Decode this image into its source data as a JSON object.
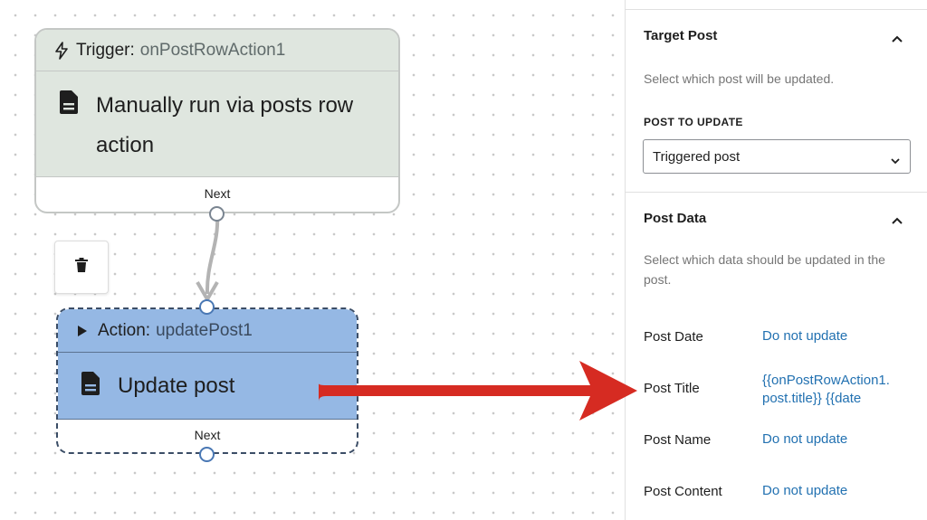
{
  "trigger": {
    "keyword": "Trigger:",
    "id": "onPostRowAction1",
    "body": "Manually run via posts row action",
    "next_label": "Next"
  },
  "action": {
    "keyword": "Action:",
    "id": "updatePost1",
    "body": "Update post",
    "next_label": "Next"
  },
  "canvas_toolbar": {
    "delete_icon": "trash-icon"
  },
  "panel": {
    "target_post": {
      "title": "Target Post",
      "description": "Select which post will be updated.",
      "field_label": "POST TO UPDATE",
      "select_value": "Triggered post"
    },
    "post_data": {
      "title": "Post Data",
      "description": "Select which data should be updated in the post.",
      "rows": [
        {
          "label": "Post Date",
          "value": "Do not update"
        },
        {
          "label": "Post Title",
          "value": "{{onPostRowAction1.\npost.title}} {{date"
        },
        {
          "label": "Post Name",
          "value": "Do not update"
        },
        {
          "label": "Post Content",
          "value": "Do not update"
        }
      ]
    }
  },
  "colors": {
    "trigger_bg": "#dfe6df",
    "action_bg": "#95b8e4",
    "link": "#2271b1",
    "annotation_arrow": "#d62b22"
  }
}
